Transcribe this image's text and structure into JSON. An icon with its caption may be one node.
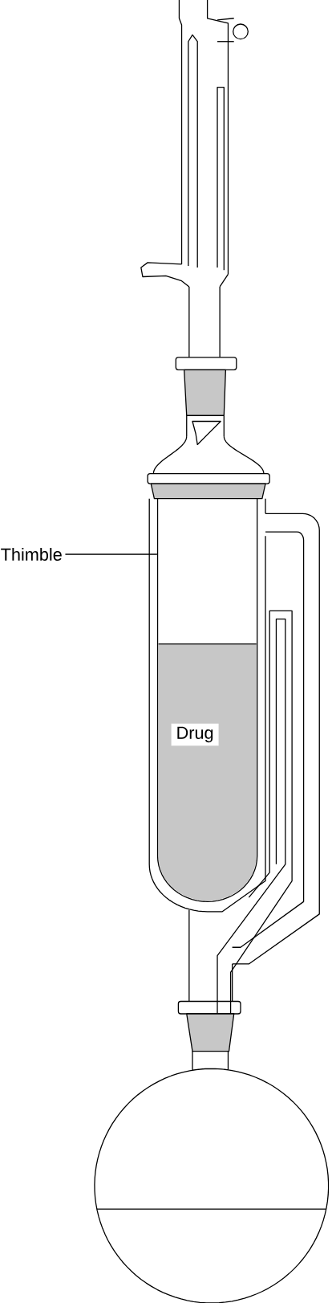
{
  "diagram": {
    "nodes": [
      {
        "text": [
          "Thimble"
        ]
      },
      {
        "text": [],
        "shape": "box"
      }
    ],
    "edges": [
      {
        "from": 0,
        "to": 1,
        "arrow": "none"
      }
    ],
    "labels": [
      "Drug"
    ]
  }
}
